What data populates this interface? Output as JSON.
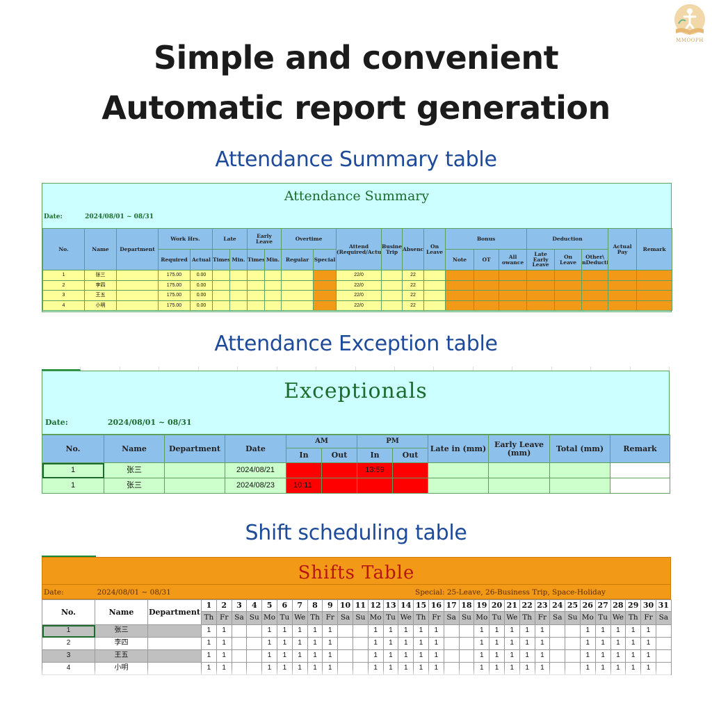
{
  "brand": {
    "logo_text": "MMOOPH",
    "logo_icon": "figure-book-logo"
  },
  "headline": {
    "line1": "Simple and convenient",
    "line2": "Automatic report generation"
  },
  "summary": {
    "section_title": "Attendance Summary table",
    "title": "Attendance Summary",
    "date_label": "Date:",
    "date_value": "2024/08/01 ~ 08/31",
    "headers": {
      "no": "No.",
      "name": "Name",
      "department": "Department",
      "work_hrs": "Work Hrs.",
      "required": "Required",
      "actual": "Actual",
      "late": "Late",
      "times": "Times",
      "min": "Min.",
      "early_leave": "Early Leave",
      "overtime": "Overtime",
      "regular": "Regular",
      "special": "Special",
      "attend": "Attend (Required/Actual)",
      "business_trip": "Business Trip",
      "absence": "Absence",
      "on_leave": "On Leave",
      "bonus": "Bonus",
      "note": "Note",
      "ot": "OT",
      "allowance": "All owance",
      "deduction": "Deduction",
      "late_early_leave": "Late Early Leave",
      "ded_on_leave": "On Leave",
      "other_deduction": "Other\\ nDeduction",
      "actual_pay": "Actual Pay",
      "remark": "Remark"
    },
    "rows": [
      {
        "no": "1",
        "name": "张三",
        "required": "175.00",
        "actual": "0.00",
        "attend": "22/0",
        "absence": "22"
      },
      {
        "no": "2",
        "name": "李四",
        "required": "175.00",
        "actual": "0.00",
        "attend": "22/0",
        "absence": "22"
      },
      {
        "no": "3",
        "name": "王五",
        "required": "175.00",
        "actual": "0.00",
        "attend": "22/0",
        "absence": "22"
      },
      {
        "no": "4",
        "name": "小明",
        "required": "175.00",
        "actual": "0.00",
        "attend": "22/0",
        "absence": "22"
      }
    ]
  },
  "exceptions": {
    "section_title": "Attendance Exception table",
    "title": "Exceptionals",
    "date_label": "Date:",
    "date_value": "2024/08/01 ~ 08/31",
    "headers": {
      "no": "No.",
      "name": "Name",
      "department": "Department",
      "date": "Date",
      "am": "AM",
      "pm": "PM",
      "in": "In",
      "out": "Out",
      "late_in": "Late in (mm)",
      "early_leave": "Early Leave (mm)",
      "total": "Total (mm)",
      "remark": "Remark"
    },
    "rows": [
      {
        "no": "1",
        "name": "张三",
        "date": "2024/08/21",
        "am_in": "",
        "am_out": "",
        "pm_in": "13:59",
        "pm_out": ""
      },
      {
        "no": "1",
        "name": "张三",
        "date": "2024/08/23",
        "am_in": "10:11",
        "am_out": "",
        "pm_in": "",
        "pm_out": ""
      }
    ]
  },
  "shifts": {
    "section_title": "Shift scheduling table",
    "title": "Shifts Table",
    "date_label": "Date:",
    "date_value": "2024/08/01 ~ 08/31",
    "special_note": "Special: 25-Leave, 26-Business Trip, Space-Holiday",
    "headers": {
      "no": "No.",
      "name": "Name",
      "department": "Department"
    },
    "days": [
      "1",
      "2",
      "3",
      "4",
      "5",
      "6",
      "7",
      "8",
      "9",
      "10",
      "11",
      "12",
      "13",
      "14",
      "15",
      "16",
      "17",
      "18",
      "19",
      "20",
      "21",
      "22",
      "23",
      "24",
      "25",
      "26",
      "27",
      "28",
      "29",
      "30",
      "31"
    ],
    "weekdays": [
      "Th",
      "Fr",
      "Sa",
      "Su",
      "Mo",
      "Tu",
      "We",
      "Th",
      "Fr",
      "Sa",
      "Su",
      "Mo",
      "Tu",
      "We",
      "Th",
      "Fr",
      "Sa",
      "Su",
      "Mo",
      "Tu",
      "We",
      "Th",
      "Fr",
      "Sa",
      "Su",
      "Mo",
      "Tu",
      "We",
      "Th",
      "Fr",
      "Sa"
    ],
    "rows": [
      {
        "no": "1",
        "name": "张三",
        "cells": [
          "1",
          "1",
          "",
          "",
          "1",
          "1",
          "1",
          "1",
          "1",
          "",
          "",
          "1",
          "1",
          "1",
          "1",
          "1",
          "",
          "",
          "1",
          "1",
          "1",
          "1",
          "1",
          "",
          "",
          "1",
          "1",
          "1",
          "1",
          "1",
          ""
        ]
      },
      {
        "no": "2",
        "name": "李四",
        "cells": [
          "1",
          "1",
          "",
          "",
          "1",
          "1",
          "1",
          "1",
          "1",
          "",
          "",
          "1",
          "1",
          "1",
          "1",
          "1",
          "",
          "",
          "1",
          "1",
          "1",
          "1",
          "1",
          "",
          "",
          "1",
          "1",
          "1",
          "1",
          "1",
          ""
        ]
      },
      {
        "no": "3",
        "name": "王五",
        "cells": [
          "1",
          "1",
          "",
          "",
          "1",
          "1",
          "1",
          "1",
          "1",
          "",
          "",
          "1",
          "1",
          "1",
          "1",
          "1",
          "",
          "",
          "1",
          "1",
          "1",
          "1",
          "1",
          "",
          "",
          "1",
          "1",
          "1",
          "1",
          "1",
          ""
        ]
      },
      {
        "no": "4",
        "name": "小明",
        "cells": [
          "1",
          "1",
          "",
          "",
          "1",
          "1",
          "1",
          "1",
          "1",
          "",
          "",
          "1",
          "1",
          "1",
          "1",
          "1",
          "",
          "",
          "1",
          "1",
          "1",
          "1",
          "1",
          "",
          "",
          "1",
          "1",
          "1",
          "1",
          "1",
          ""
        ]
      }
    ]
  },
  "colors": {
    "brand_title": "#1e4a9a",
    "sheet_green": "#1a6b2c",
    "highlight_orange": "#f29a18",
    "header_blue": "#8ec0ec",
    "exception_red": "#ff0000"
  }
}
